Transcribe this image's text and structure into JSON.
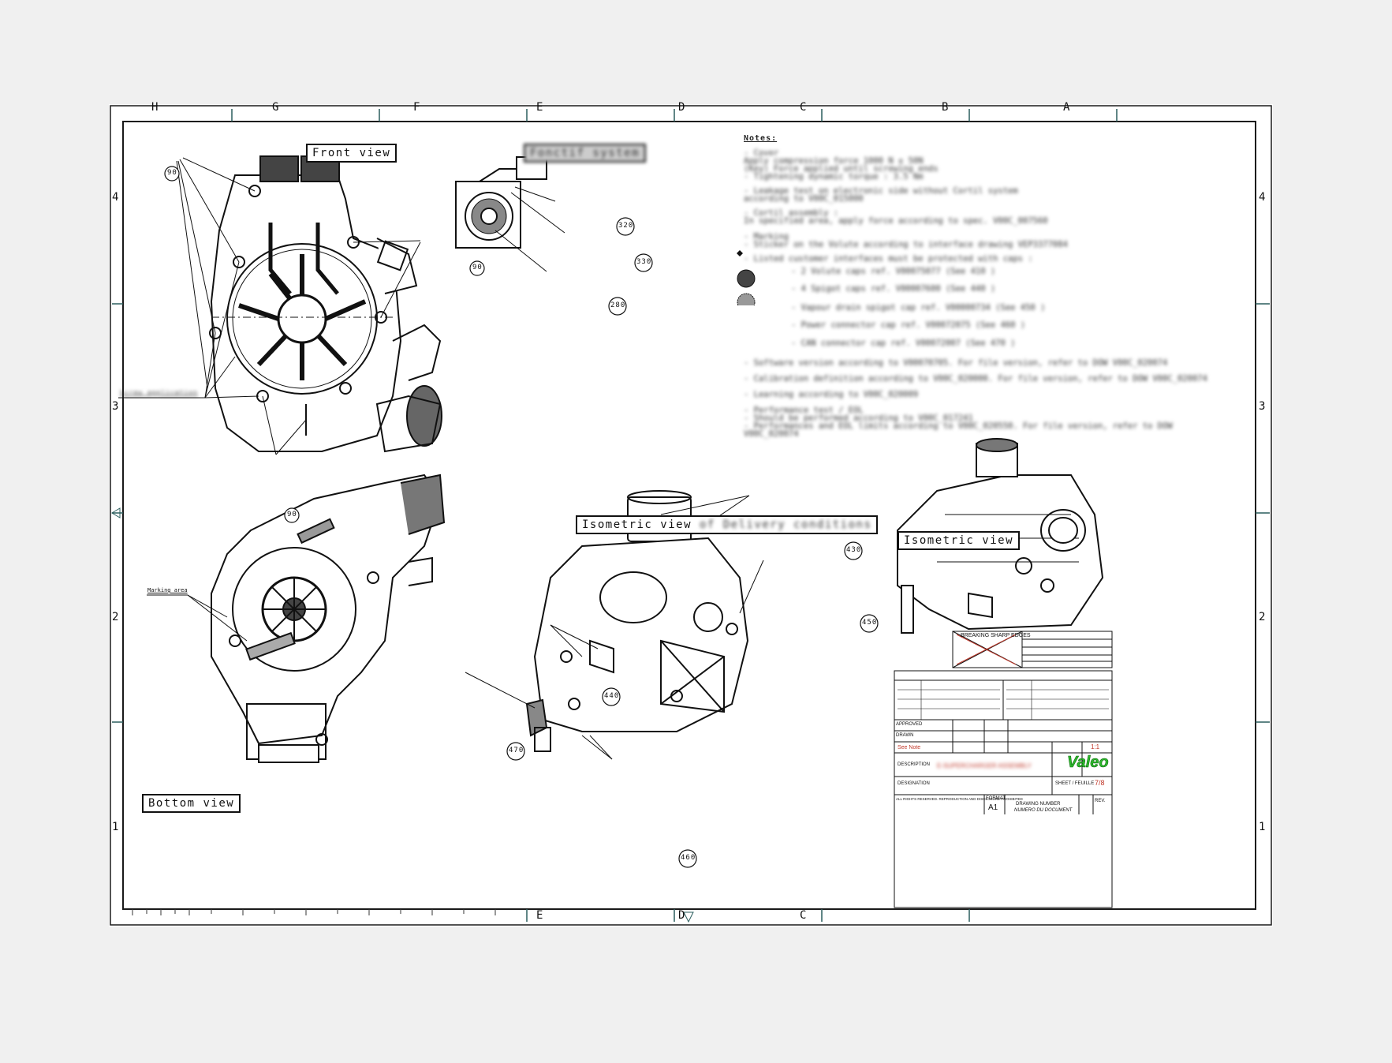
{
  "grid": {
    "top_letters": [
      "H",
      "G",
      "F",
      "E",
      "D",
      "C",
      "B",
      "A"
    ],
    "bottom_letters": [
      "E",
      "D",
      "C"
    ],
    "row_numbers": [
      "4",
      "3",
      "2",
      "1"
    ]
  },
  "views": {
    "front": "Front view",
    "small_top": "Fonctif system",
    "iso_mid": "Isometric view",
    "iso_mid_suffix": "of Delivery conditions",
    "iso_right": "Isometric view",
    "bottom": "Bottom view"
  },
  "balloons": {
    "b90a": "90",
    "b90b": "90",
    "b90c": "90",
    "b320": "320",
    "b330": "330",
    "b280": "280",
    "b430": "430",
    "b450": "450",
    "b440": "440",
    "b470": "470",
    "b460": "460"
  },
  "leaders": {
    "screw_application": "Screw application",
    "marking_area": "Marking area"
  },
  "notes": {
    "heading": "Notes:",
    "lines": [
      "- Cover",
      "    Apply compression force 1000 N ± 50N",
      "   (Key) Force applied until screwing ends",
      "    - Tightening dynamic torque : 3.5 Nm",
      "- Leakage test on electronic side without Cortil system",
      "  according to V00C_015000",
      "- Cortil assembly :",
      "     In specified area, apply force  according to spec. V00C_007560",
      "- Marking",
      "   - Sticker on the Volute according to interface drawing VEP3377084",
      "- Listed customer interfaces must be protected with caps :",
      "   - 2 Volute caps ref. V00075077 (See 410 )",
      "   - 4 Spigot caps ref. V00007600 (See 440 )",
      "   - Vapour drain spigot cap ref. V00000734 (See 450 )",
      "   - Power  connector cap ref. V00072075 (See 460 )",
      "   - CAN  connector cap ref. V00072007 (See 470 )",
      "- Software version according to V00070705. For file version, refer to DOW V00C_020074",
      "- Calibration definition according to V00C_020000. For file version, refer to DOW V00C_020074",
      "- Learning according to V00C_020009",
      "- Performance test / EOL",
      "   - Should be performed according to V00C_017241",
      "   - Performances and EOL limits according to V00C_020550. For file version, refer to DOW",
      "V00C_020074"
    ]
  },
  "title_block": {
    "sharp_edges": "BREAKING SHARP EDGES",
    "approval": "APPROVED",
    "drawn": "DRAWN",
    "description_en": "DESCRIPTION",
    "description_fr": "DESIGNATION",
    "description_value": "E-SUPERCHARGER ASSEMBLY",
    "see_note": "See Note",
    "sheet_label": "SHEET / FEUILLE",
    "sheet_value": "7/8",
    "format_label": "FORMAT",
    "format_value": "A1",
    "drawing_number_label": "DRAWING NUMBER",
    "drawing_number_fr": "NUMERO DU DOCUMENT",
    "rev_label": "REV.",
    "scale_value": "1:1",
    "brand": "Valeo",
    "rights": "ALL RIGHTS RESERVED. REPRODUCTION AND DISCLOSURE PROHIBITED"
  },
  "colors": {
    "border": "#1a1a1a",
    "grid_tick": "#2a5d5d",
    "brand_green": "#2db82d"
  }
}
